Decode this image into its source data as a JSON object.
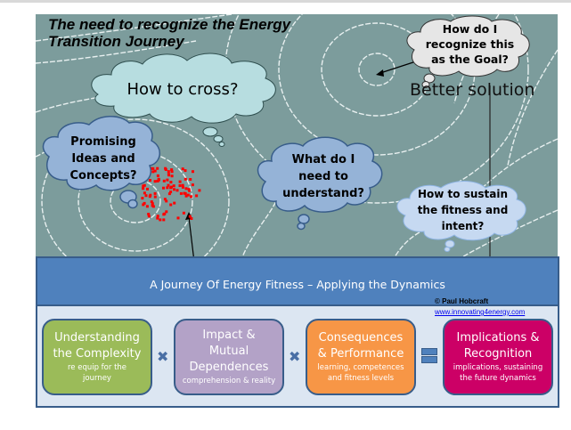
{
  "title": "The need to recognize the Energy Transition Journey",
  "title_lines": [
    "The need to recognize the Energy",
    "Transition Journey"
  ],
  "clouds": {
    "goal": [
      "How do I",
      "recognize this",
      "as the Goal?"
    ],
    "cross": "How to cross?",
    "ideas": [
      "Promising",
      "Ideas and",
      "Concepts?"
    ],
    "understand": [
      "What do I",
      "need to",
      "understand?"
    ],
    "sustain": [
      "How to sustain",
      "the fitness and",
      "intent?"
    ]
  },
  "better_solution": "Better solution",
  "panel": {
    "banner_title": "A Journey Of Energy Fitness – Applying the Dynamics",
    "credit": "© Paul Hobcraft",
    "website": "www.innovating4energy.com",
    "boxes": [
      {
        "heading": [
          "Understanding",
          "the Complexity"
        ],
        "sub": [
          "re  equip for the",
          "journey"
        ],
        "color": "#9bbb59"
      },
      {
        "heading": [
          "Impact &",
          "Mutual",
          "Dependences"
        ],
        "sub": [
          "comprehension & reality"
        ],
        "color": "#b3a2c7"
      },
      {
        "heading": [
          "Consequences",
          "& Performance"
        ],
        "sub": [
          "learning, competences",
          "and fitness levels"
        ],
        "color": "#f79646"
      },
      {
        "heading": [
          "Implications &",
          "Recognition"
        ],
        "sub": [
          "implications, sustaining",
          "the future dynamics"
        ],
        "color": "#cc0066"
      }
    ],
    "operators": [
      "✖",
      "✖",
      "="
    ]
  },
  "colors": {
    "background": "#7c9c9c",
    "banner": "#4f81bd",
    "panel": "#dce6f2",
    "cloud_light": "#b7dde0",
    "cloud_blue": "#95b3d7",
    "cloud_grey": "#e6e6e6",
    "dots": "#ff0000"
  }
}
